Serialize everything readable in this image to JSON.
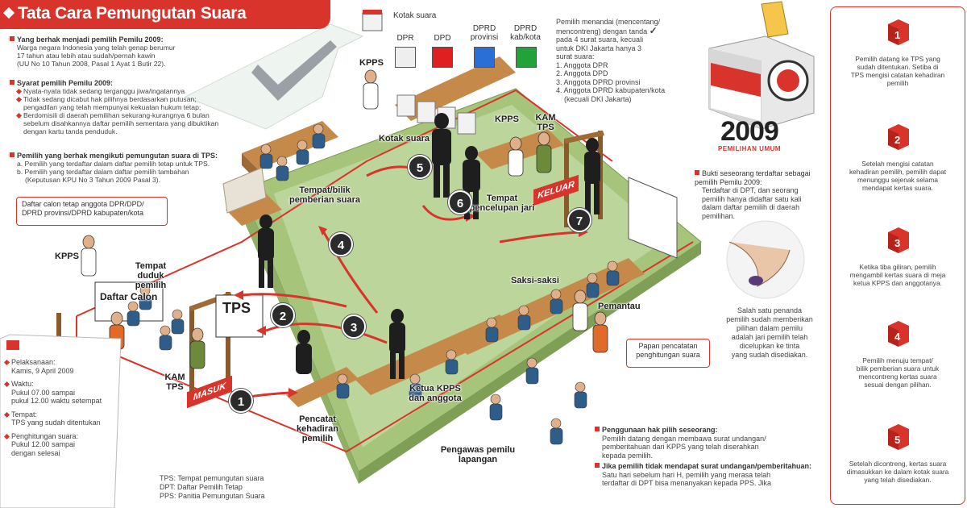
{
  "title": "Tata Cara Pemungutan Suara",
  "left_info": {
    "b1_head": "Yang berhak menjadi pemilih Pemilu 2009:",
    "b1_lines": [
      "Warga negara Indonesia yang telah genap berumur",
      "17 tahun atau lebih atau sudah/pernah kawin",
      "(UU No 10 Tahun 2008, Pasal 1 Ayat 1 Butir 22)."
    ],
    "b2_head": "Syarat pemilih Pemilu 2009:",
    "b2_items": [
      "Nyata-nyata tidak sedang terganggu jiwa/ingatannya",
      "Tidak sedang dicabut hak pilihnya berdasarkan putusan;",
      "pengadilan yang telah mempunyai kekuatan hukum tetap;",
      "Berdomisili di daerah pemilihan sekurang-kurangnya 6 bulan",
      "sebelum disahkannya daftar pemilih sementara yang dibuktikan",
      "dengan kartu tanda penduduk."
    ],
    "b3_head": "Pemilih yang berhak mengikuti pemungutan suara di TPS:",
    "b3_lines": [
      "a. Pemilih yang terdaftar dalam daftar pemilih tetap untuk TPS.",
      "b. Pemilih yang terdaftar dalam daftar pemilih tambahan",
      "(Keputusan KPU No 3 Tahun 2009 Pasal 3)."
    ]
  },
  "ballot_legend": {
    "box_label": "Kotak suara",
    "colors": [
      {
        "name": "DPR",
        "color": "#eeeeee"
      },
      {
        "name": "DPD",
        "color": "#e02020"
      },
      {
        "name": "DPRD provinsi",
        "color": "#2a6fd6"
      },
      {
        "name": "DPRD kab/kota",
        "color": "#22a23a"
      }
    ]
  },
  "marking_info": {
    "lines": [
      "Pemilih menandai (mencentang/",
      "mencontreng) dengan tanda",
      "pada 4 surat suara, kecuali",
      "untuk DKI Jakarta hanya 3",
      "surat suara:"
    ],
    "items": [
      "1. Anggota DPR",
      "2. Anggota DPD",
      "3. Anggota DPRD provinsi",
      "4. Anggota DPRD kabupaten/kota",
      "(kecuali DKI Jakarta)"
    ]
  },
  "year_badge": {
    "year": "2009",
    "sub": "PEMILIHAN UMUM"
  },
  "proof_info": {
    "head": "Bukti seseorang terdaftar sebagai pemilih Pemilu 2009:",
    "lines": [
      "Terdaftar di DPT, dan seorang",
      "pemilih hanya didaftar satu kali",
      "dalam daftar pemilih di daerah",
      "pemilihan."
    ]
  },
  "ink_info": [
    "Salah satu penanda",
    "pemilih sudah memberikan",
    "pilihan dalam pemilu",
    "adalah jari pemilih telah",
    "dicelupkan ke tinta",
    "yang sudah disediakan."
  ],
  "scene_labels": {
    "kpps_top": "KPPS",
    "kotak_suara": "Kotak suara",
    "kpps_right": "KPPS",
    "kam_tps_top": "KAM TPS",
    "bilik": "Tempat/bilik pemberian suara",
    "tempat_pencelupan": "Tempat pencelupan jari",
    "keluar": "KELUAR",
    "daftar_calon_box": "Daftar calon tetap anggota DPR/DPD/ DPRD provinsi/DPRD kabupaten/kota",
    "kpps_left": "KPPS",
    "tempat_duduk": "Tempat duduk pemilih",
    "daftar_calon_sign": "Daftar Calon",
    "tps_sign": "TPS",
    "saksi": "Saksi-saksi",
    "pemantau": "Pemantau",
    "kam_tps_left": "KAM TPS",
    "masuk": "MASUK",
    "pencatat": "Pencatat kehadiran pemilih",
    "ketua": "Ketua KPPS dan anggota",
    "pengawas": "Pengawas pemilu lapangan",
    "papan": "Papan pencatatan penghitungan suara"
  },
  "step_numbers": [
    "1",
    "2",
    "3",
    "4",
    "5",
    "6",
    "7"
  ],
  "schedule": {
    "p1_head": "Pelaksanaan:",
    "p1_val": "Kamis, 9 April 2009",
    "p2_head": "Waktu:",
    "p2_lines": [
      "Pukul 07.00 sampai",
      "pukul 12.00 waktu setempat"
    ],
    "p3_head": "Tempat:",
    "p3_val": "TPS yang sudah ditentukan",
    "p4_head": "Penghitungan suara:",
    "p4_lines": [
      "Pukul 12.00 sampai",
      "dengan selesai"
    ]
  },
  "abbreviations": [
    "TPS: Tempat pemungutan suara",
    "DPT: Daftar Pemilih Tetap",
    "PPS: Panitia Pemungutan Suara"
  ],
  "bottom_info": {
    "h1": "Penggunaan hak pilih seseorang:",
    "l1": [
      "Pemilih datang dengan membawa surat undangan/",
      "pemberitahuan dari KPPS yang telah diserahkan",
      "kepada pemilih."
    ],
    "h2": "Jika pemilih tidak mendapat surat undangan/pemberitahuan:",
    "l2": [
      "Satu hari sebelum hari H, pemilih yang merasa telah",
      "terdaftar di DPT bisa menanyakan kepada PPS. Jika"
    ]
  },
  "steps": [
    {
      "num": "1",
      "lines": [
        "Pemilih datang ke TPS yang",
        "sudah ditentukan. Setiba di",
        "TPS mengisi catatan kehadiran",
        "pemilih"
      ]
    },
    {
      "num": "2",
      "lines": [
        "Setelah mengisi catatan",
        "kehadiran pemilih, pemilih dapat",
        "menunggu sejenak selama",
        "mendapat kertas suara."
      ]
    },
    {
      "num": "3",
      "lines": [
        "Ketika tiba giliran, pemilih",
        "mengambil kertas suara di meja",
        "ketua KPPS dan anggotanya."
      ]
    },
    {
      "num": "4",
      "lines": [
        "Pemilih menuju tempat/",
        "bilik pemberian suara untuk",
        "mencontreng kertas suara",
        "sesuai dengan pilihan."
      ]
    },
    {
      "num": "5",
      "lines": [
        "Setelah dicontreng, kertas suara",
        "dimasukkan ke dalam kotak suara",
        "yang telah disediakan."
      ]
    }
  ]
}
